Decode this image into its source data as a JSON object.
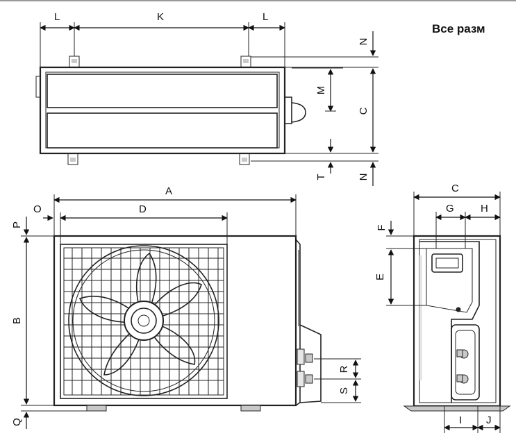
{
  "heading": "Все разм",
  "labels": {
    "L_left": "L",
    "K": "K",
    "L_right": "L",
    "N_top": "N",
    "M": "M",
    "C_top": "C",
    "T": "T",
    "N_bottom": "N",
    "A": "A",
    "D": "D",
    "O": "O",
    "P": "P",
    "B": "B",
    "Q": "Q",
    "R": "R",
    "S": "S",
    "C_side": "C",
    "G": "G",
    "H": "H",
    "F": "F",
    "E": "E",
    "I": "I",
    "J": "J"
  }
}
